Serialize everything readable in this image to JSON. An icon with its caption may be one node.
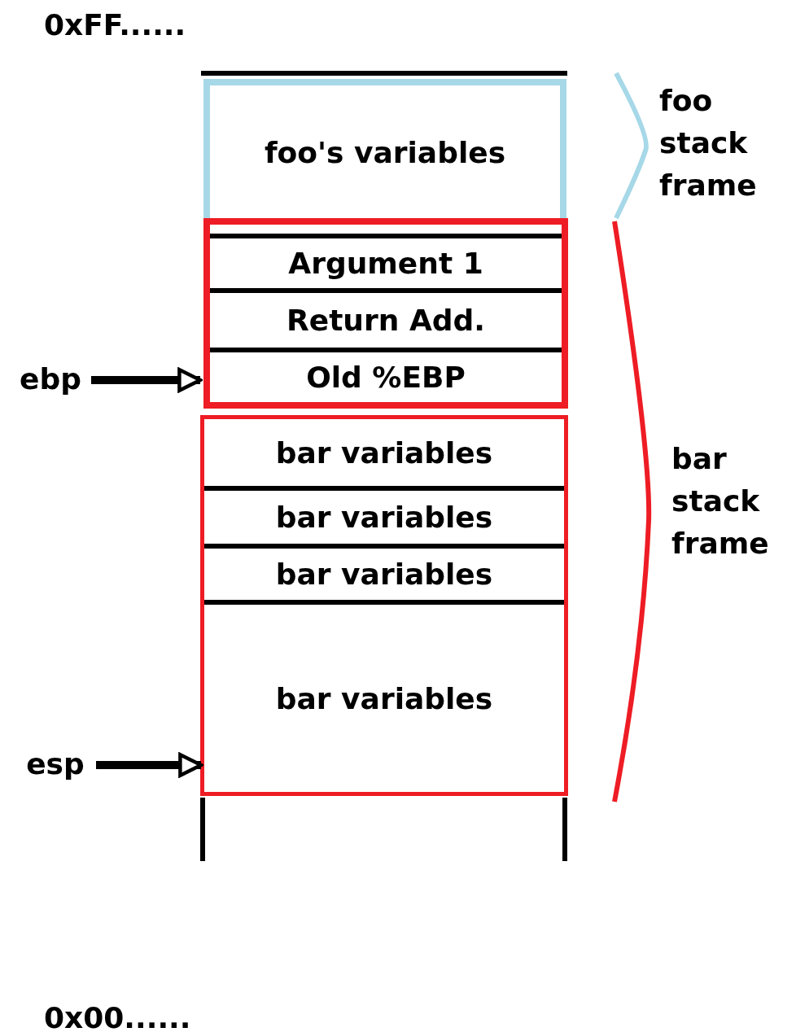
{
  "diagram": {
    "nodes": [
      {
        "text": [
          "foo's variables"
        ]
      },
      {
        "text": [],
        "shape": "box"
      },
      {
        "text": [
          "Argument 1"
        ],
        "in": 1
      },
      {
        "text": [
          "Return Add."
        ],
        "in": 1
      },
      {
        "text": [
          "Old %EBP"
        ],
        "in": 1
      },
      {
        "text": [],
        "shape": "box"
      },
      {
        "text": [
          "bar variables"
        ],
        "in": 5
      },
      {
        "text": [
          "bar variables"
        ],
        "in": 5
      },
      {
        "text": [
          "bar variables"
        ],
        "in": 5
      },
      {
        "text": [
          "bar variables"
        ],
        "in": 5
      },
      {
        "text": [
          "ebp"
        ]
      },
      {
        "text": [
          "esp"
        ]
      }
    ],
    "edges": [
      {
        "from": 10,
        "to": 4,
        "arrow": "to"
      },
      {
        "from": 11,
        "to": 9,
        "arrow": "to"
      }
    ],
    "labels": [
      "0xFF......",
      "foo stack frame",
      "bar stack frame",
      "0x00......"
    ]
  }
}
